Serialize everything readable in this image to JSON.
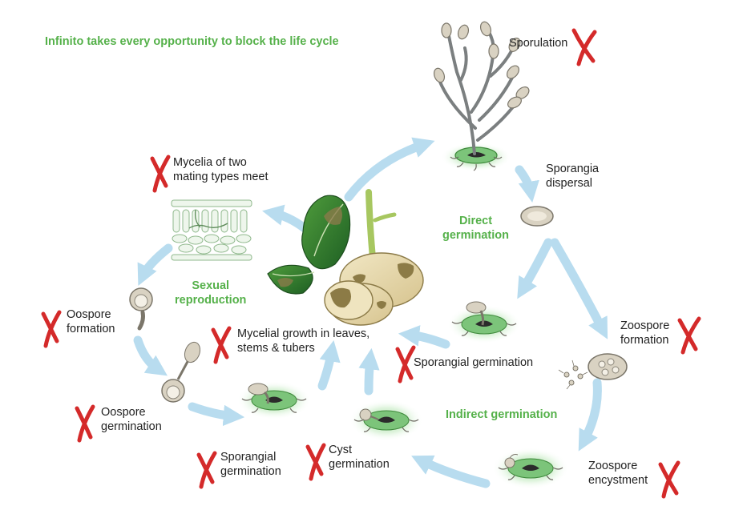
{
  "header": {
    "title": "Infinito takes every opportunity to block the life cycle"
  },
  "labels": {
    "sporulation": "Sporulation",
    "sporangia_dispersal": [
      "Sporangia",
      "dispersal"
    ],
    "direct_germination": [
      "Direct",
      "germination"
    ],
    "zoospore_formation": [
      "Zoospore",
      "formation"
    ],
    "sporangial_germination_right": "Sporangial germination",
    "indirect_germination": "Indirect germination",
    "zoospore_encystment": [
      "Zoospore",
      "encystment"
    ],
    "cyst_germination": [
      "Cyst",
      "germination"
    ],
    "sporangial_germination_left": [
      "Sporangial",
      "germination"
    ],
    "oospore_germination": [
      "Oospore",
      "germination"
    ],
    "oospore_formation": [
      "Oospore",
      "formation"
    ],
    "sexual_reproduction": [
      "Sexual",
      "reproduction"
    ],
    "mycelia_meet": [
      "Mycelia of two",
      "mating types meet"
    ],
    "mycelial_growth": [
      "Mycelial growth in leaves,",
      "stems & tubers"
    ]
  },
  "colors": {
    "accent_green": "#55b14a",
    "block_mark": "#d42a2a",
    "arrow": "#b8dcef",
    "lesion_green": "#7cc47a",
    "spore": "#d9d2c2"
  },
  "icons": {
    "block_mark": "red-x-icon",
    "cycle_arrow": "arrow-icon"
  }
}
